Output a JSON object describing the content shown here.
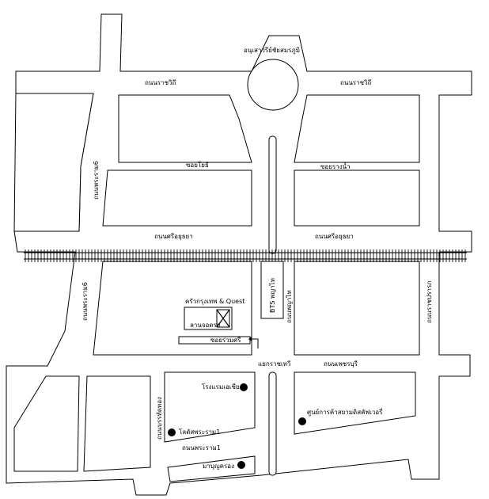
{
  "labels": {
    "monument": "อนุเสาวรีย์ชัยสมรภูมิ",
    "ratchawithi_left": "ถนนราชวิถี",
    "ratchawithi_right": "ถนนราชวิถี",
    "soi_yothi": "ซอยโยธี",
    "soi_rangnam": "ซอยรางน้ำ",
    "sri_ayutthaya_left": "ถนนศรีอยุธยา",
    "sri_ayutthaya_right": "ถนนศรีอยุธยา",
    "phra_ram6_upper": "ถนนพระราม6",
    "phra_ram6_lower": "ถนนพระราม6",
    "bts_phayathai": "BTS พญาไท",
    "phayathai_road": "ถนนพญาไท",
    "ratchaprarop": "ถนนราชปรารภ",
    "krua_krungthep": "ครัวกรุงเทพ & Quest",
    "parking": "ลานจอดรถ",
    "soi_ruamsri": "ซอยร่วมศรี",
    "ratchathewi_intersection": "แยกราชเทวี",
    "phetchaburi": "ถนนเพชรบุรี",
    "asia_hotel": "โรงแรมเอเชีย",
    "siam_discovery": "ศูนย์การค้าสยามดิสคัฟเวอรี่",
    "banthat_thong": "ถนนบรรทัดทอง",
    "lotus_rama1": "โลตัสพระราม1",
    "rama1_road": "ถนนพระราม1",
    "mahboonkrong": "มาบุญครอง"
  }
}
